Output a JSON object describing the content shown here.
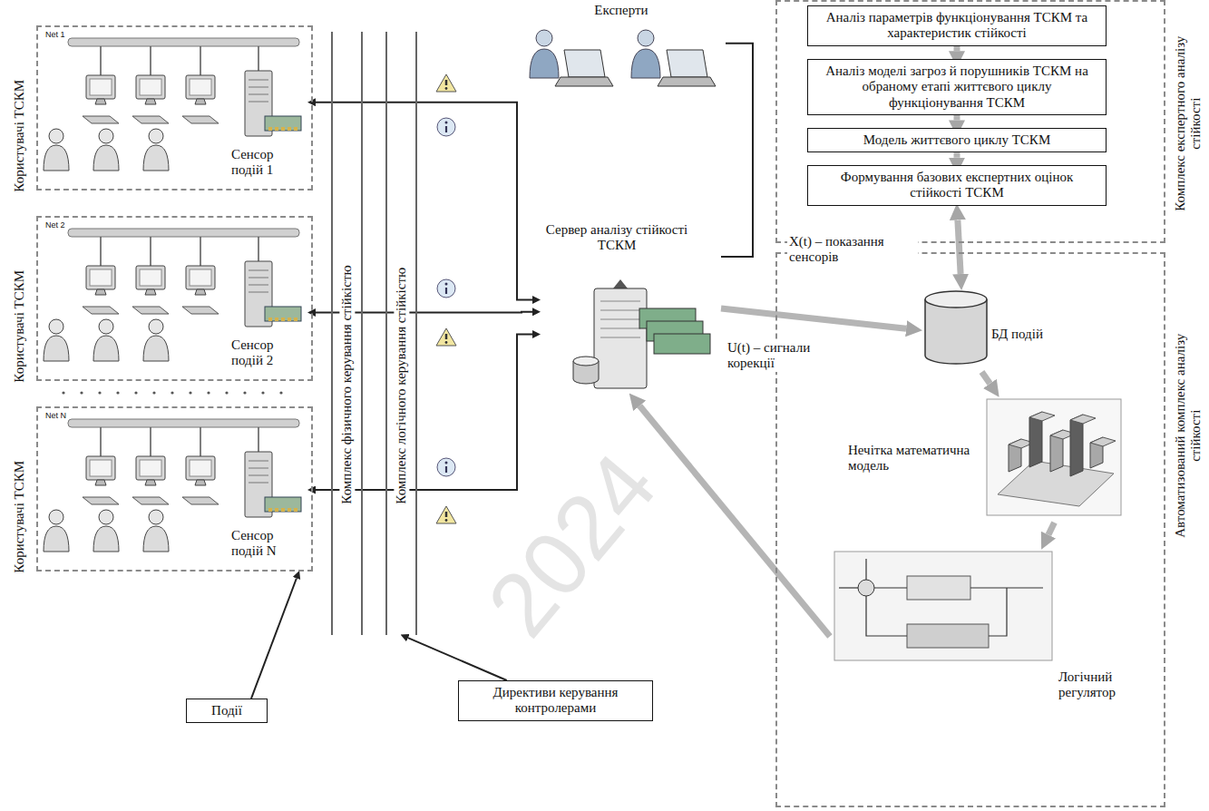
{
  "diagram": {
    "nodes": [
      {
        "text": [
          "Користувачі ТСКМ",
          "Net 1"
        ]
      },
      {
        "text": [
          "Сенсор подій 1"
        ],
        "in": 0
      },
      {
        "text": [
          "Користувачі ТСКМ",
          "Net 2"
        ]
      },
      {
        "text": [
          "Сенсор подій 2"
        ],
        "in": 2
      },
      {
        "text": [
          "Користувачі ТСКМ",
          "Net N"
        ]
      },
      {
        "text": [
          "Сенсор подій N"
        ],
        "in": 4
      },
      {
        "text": [
          "Комплекс фізичного керування стійкістю"
        ]
      },
      {
        "text": [
          "Комплекс логічного керування стійкістю"
        ]
      },
      {
        "text": [
          "Сервер аналізу стійкості ТСКМ"
        ]
      },
      {
        "text": [
          "Експерти"
        ]
      },
      {
        "text": [
          "Комплекс експертного аналізу стійкості"
        ]
      },
      {
        "text": [
          "Аналіз параметрів функціонування ТСКМ та характеристик стійкості"
        ],
        "in": 10
      },
      {
        "text": [
          "Аналіз моделі загроз й порушників ТСКМ на обраному етапі життєвого циклу функціонування ТСКМ"
        ],
        "in": 10
      },
      {
        "text": [
          "Модель життєвого циклу ТСКМ"
        ],
        "in": 10
      },
      {
        "text": [
          "Формування базових експертних оцінок стійкості ТСКМ"
        ],
        "in": 10
      },
      {
        "text": [
          "Автоматизований комплекс аналізу стійкості"
        ]
      },
      {
        "text": [
          "БД подій"
        ],
        "in": 15
      },
      {
        "text": [
          "Нечітка математична модель"
        ],
        "in": 15
      },
      {
        "text": [
          "Логічний регулятор"
        ],
        "in": 15
      },
      {
        "text": [
          "Події"
        ]
      },
      {
        "text": [
          "Директиви керування контролерами"
        ]
      }
    ],
    "edges": [
      {
        "from": 1,
        "to": 8,
        "arrow": "both"
      },
      {
        "from": 3,
        "to": 8,
        "arrow": "both"
      },
      {
        "from": 5,
        "to": 8,
        "arrow": "both"
      },
      {
        "from": 9,
        "to": 8,
        "arrow": "none"
      },
      {
        "from": 11,
        "to": 12,
        "arrow": "to"
      },
      {
        "from": 12,
        "to": 13,
        "arrow": "to"
      },
      {
        "from": 13,
        "to": 14,
        "arrow": "to"
      },
      {
        "from": 14,
        "to": 16,
        "arrow": "both"
      },
      {
        "from": 8,
        "to": 16,
        "label": "X(t) – показання сенсорів",
        "arrow": "to"
      },
      {
        "from": 16,
        "to": 17,
        "arrow": "to"
      },
      {
        "from": 17,
        "to": 18,
        "arrow": "to"
      },
      {
        "from": 18,
        "to": 8,
        "label": "U(t) – сигнали корекції",
        "arrow": "to"
      },
      {
        "from": 19,
        "to": 4,
        "arrow": "to"
      },
      {
        "from": 20,
        "to": 7,
        "arrow": "to"
      }
    ],
    "labels": [
      "2024"
    ]
  }
}
